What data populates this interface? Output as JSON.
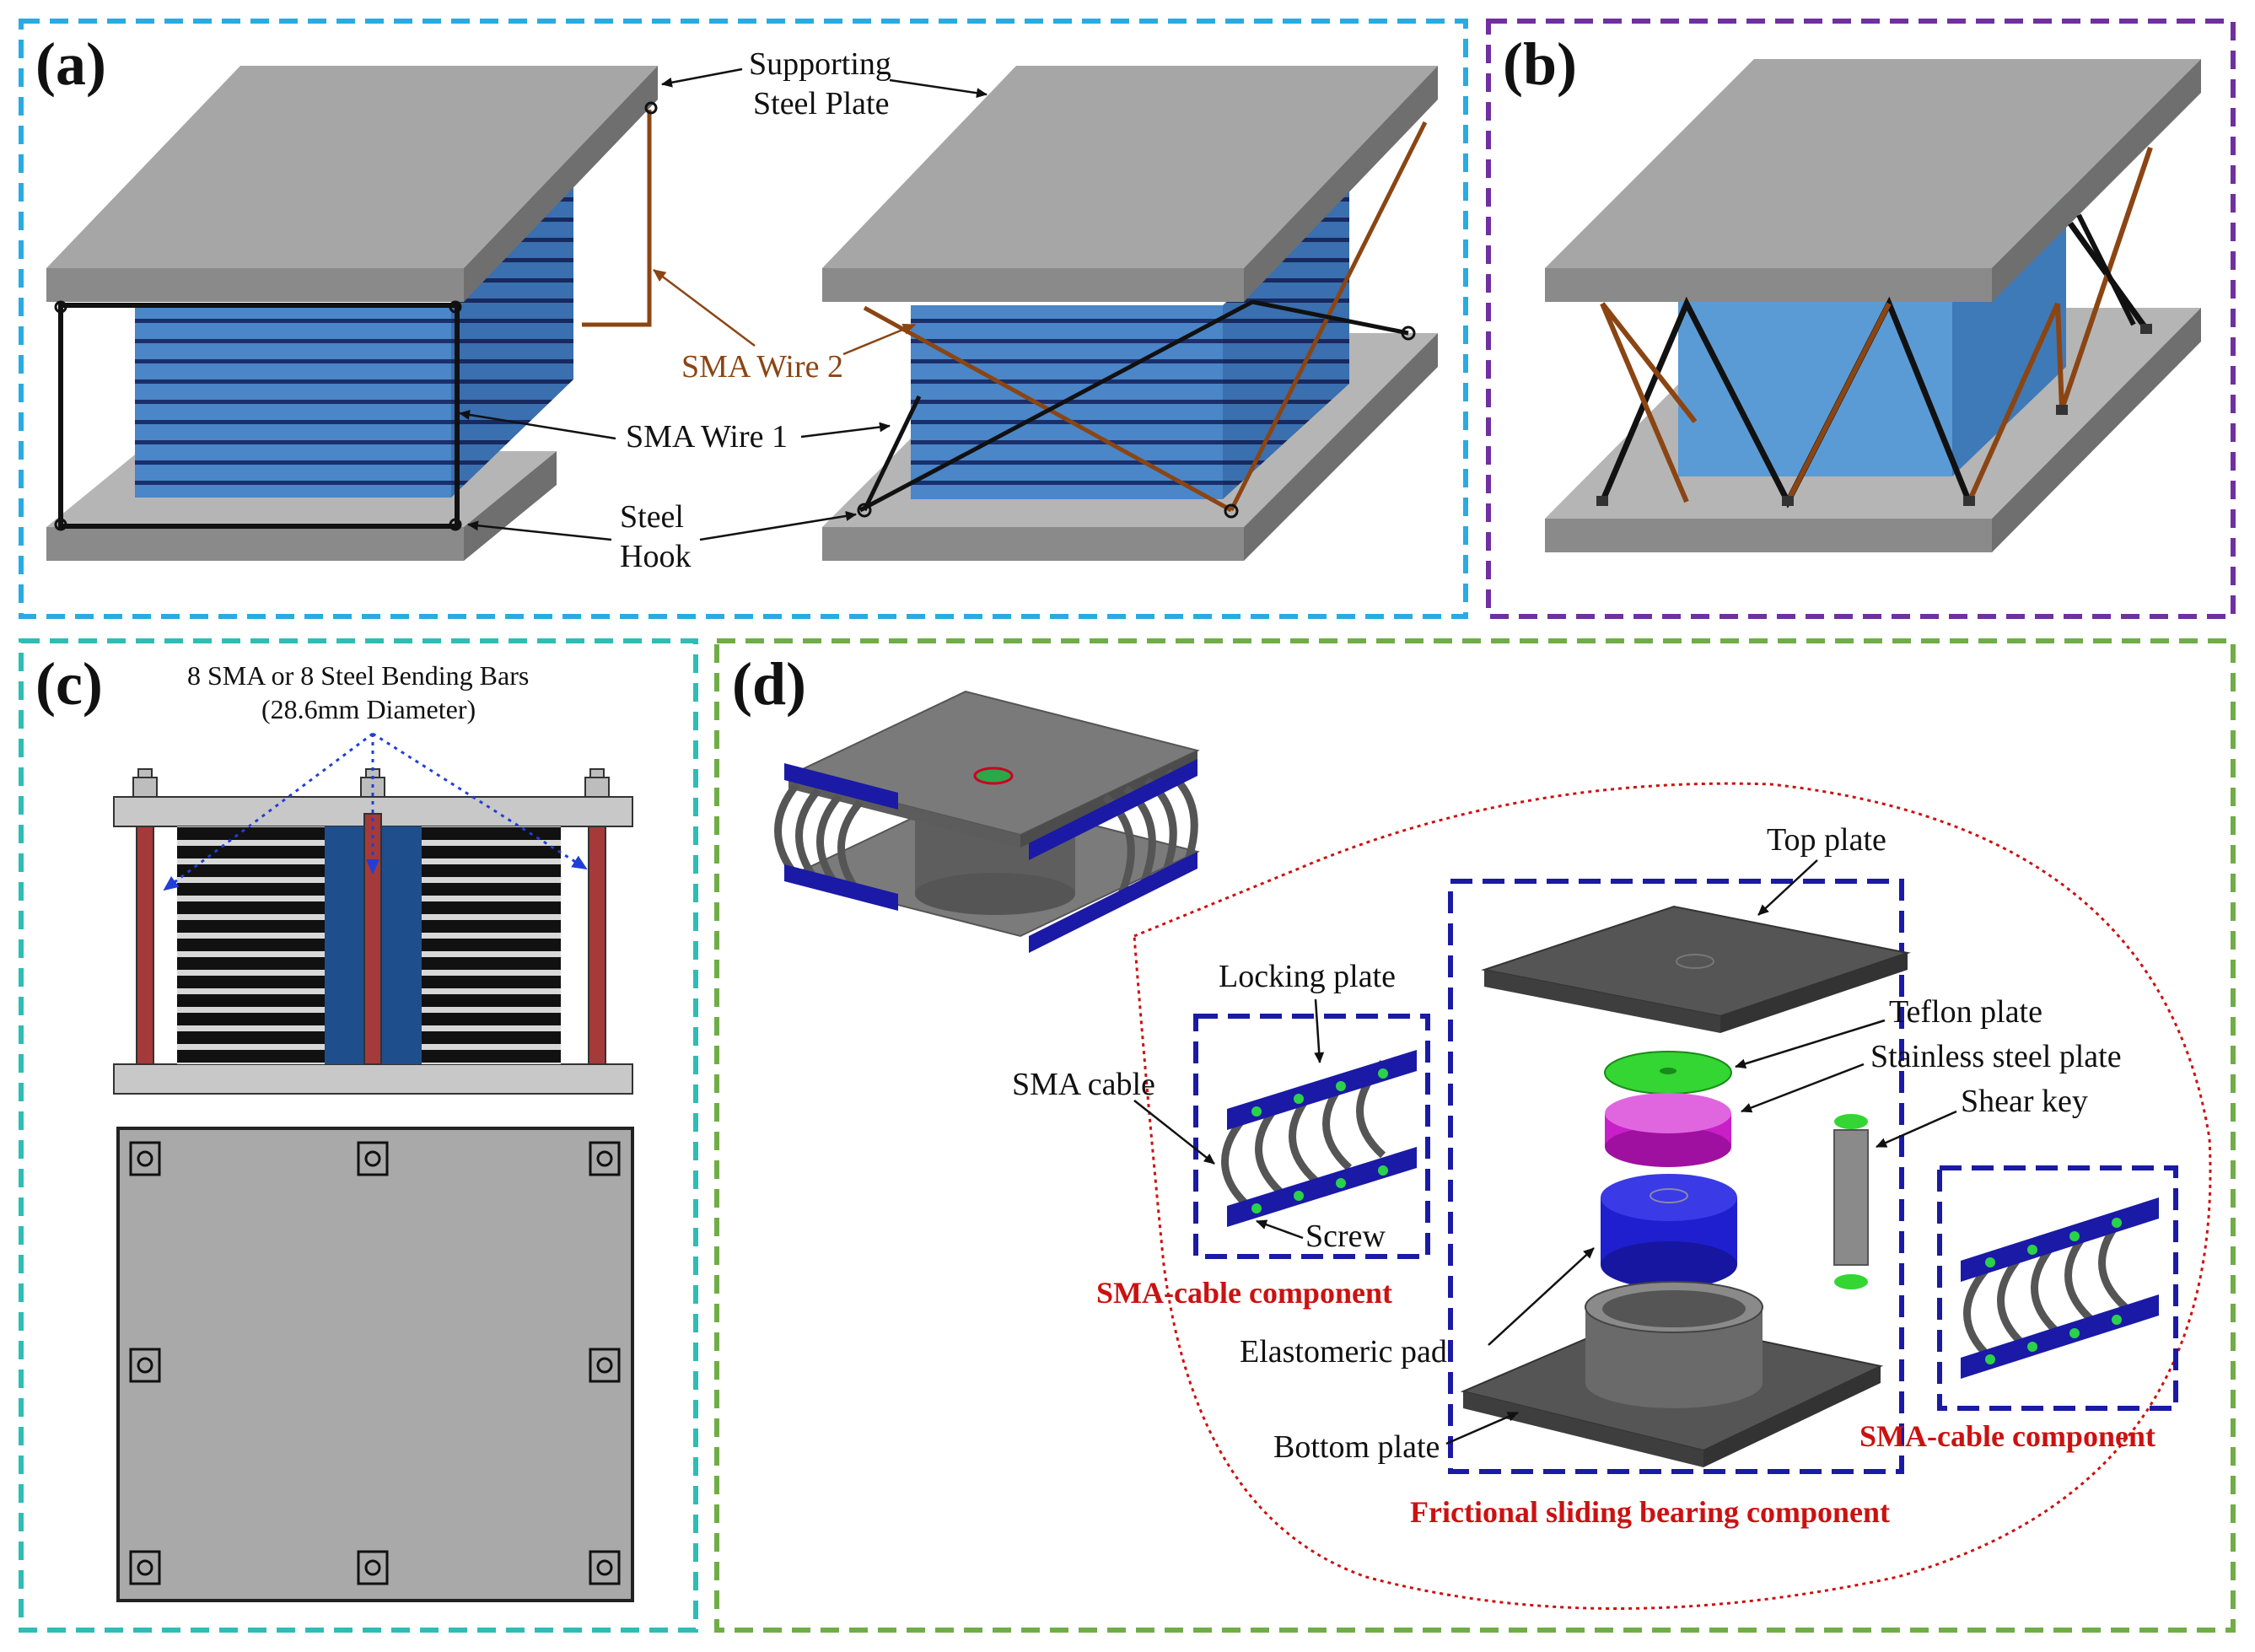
{
  "panels": {
    "a": {
      "letter": "(a)",
      "labels": {
        "supporting_steel_plate_1": "Supporting",
        "supporting_steel_plate_2": "Steel Plate",
        "sma_wire_2": "SMA Wire 2",
        "sma_wire_1": "SMA Wire 1",
        "steel_hook_1": "Steel",
        "steel_hook_2": "Hook"
      }
    },
    "b": {
      "letter": "(b)"
    },
    "c": {
      "letter": "(c)",
      "labels": {
        "bars_line1": "8 SMA or 8 Steel Bending Bars",
        "bars_line2": "(28.6mm Diameter)"
      }
    },
    "d": {
      "letter": "(d)",
      "labels": {
        "top_plate": "Top plate",
        "locking_plate": "Locking plate",
        "teflon_plate": "Teflon plate",
        "stainless_plate": "Stainless steel plate",
        "sma_cable": "SMA cable",
        "shear_key": "Shear key",
        "screw": "Screw",
        "sma_cable_component_left": "SMA-cable component",
        "elastomeric_pad": "Elastomeric pad",
        "bottom_plate": "Bottom plate",
        "sma_cable_component_right": "SMA-cable component",
        "frictional_component": "Frictional sliding bearing component"
      }
    }
  },
  "colors": {
    "panel_a_border": "#29abe2",
    "panel_b_border": "#7030a0",
    "panel_c_border": "#2ebdb5",
    "panel_d_border": "#70ad47",
    "plate_gray": "#959595",
    "rubber_blue": "#4a86c8",
    "sma_wire_brown": "#8b4513",
    "cable_blue": "#1a1aa6",
    "red_callout": "#cc1111"
  }
}
